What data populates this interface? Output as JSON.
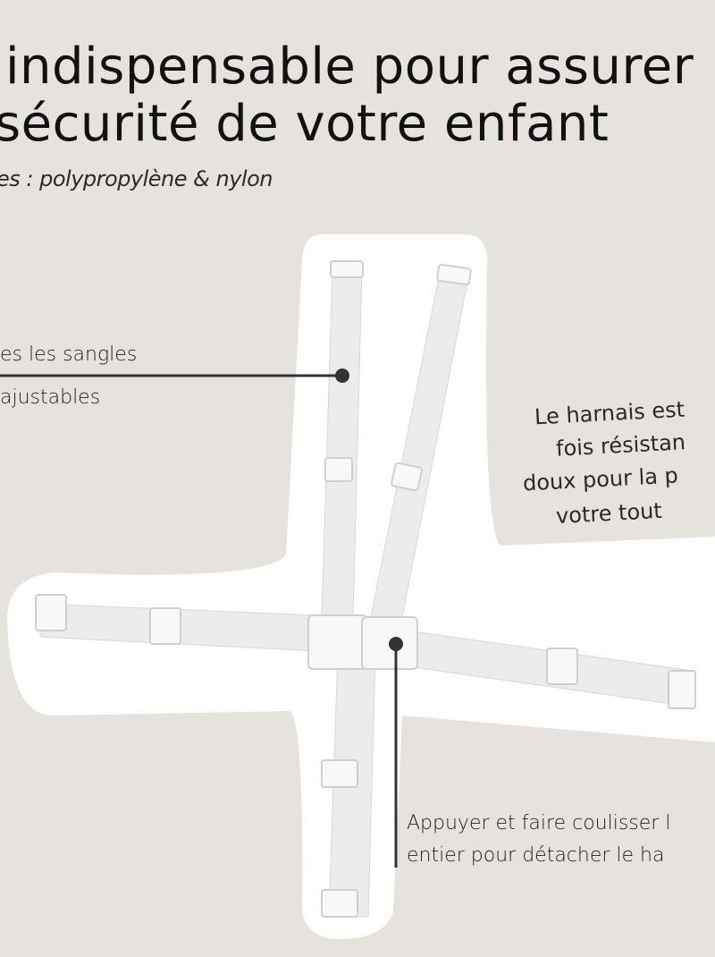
{
  "headline": {
    "line1": "indispensable pour assurer",
    "line2": "sécurité de votre enfant"
  },
  "materials": "es : polypropylène & nylon",
  "callouts": {
    "straps": {
      "line1": "es les sangles",
      "line2": "ajustables"
    },
    "buckle": {
      "line1": "Appuyer et faire coulisser l",
      "line2": "entier pour détacher le ha"
    },
    "note": {
      "line1": "Le harnais est",
      "line2": "fois résistan",
      "line3": "doux pour la p",
      "line4": "votre tout"
    }
  },
  "colors": {
    "background": "#e6e2dd",
    "cutout": "#ffffff",
    "strap": "#ececec",
    "line": "#333333"
  }
}
